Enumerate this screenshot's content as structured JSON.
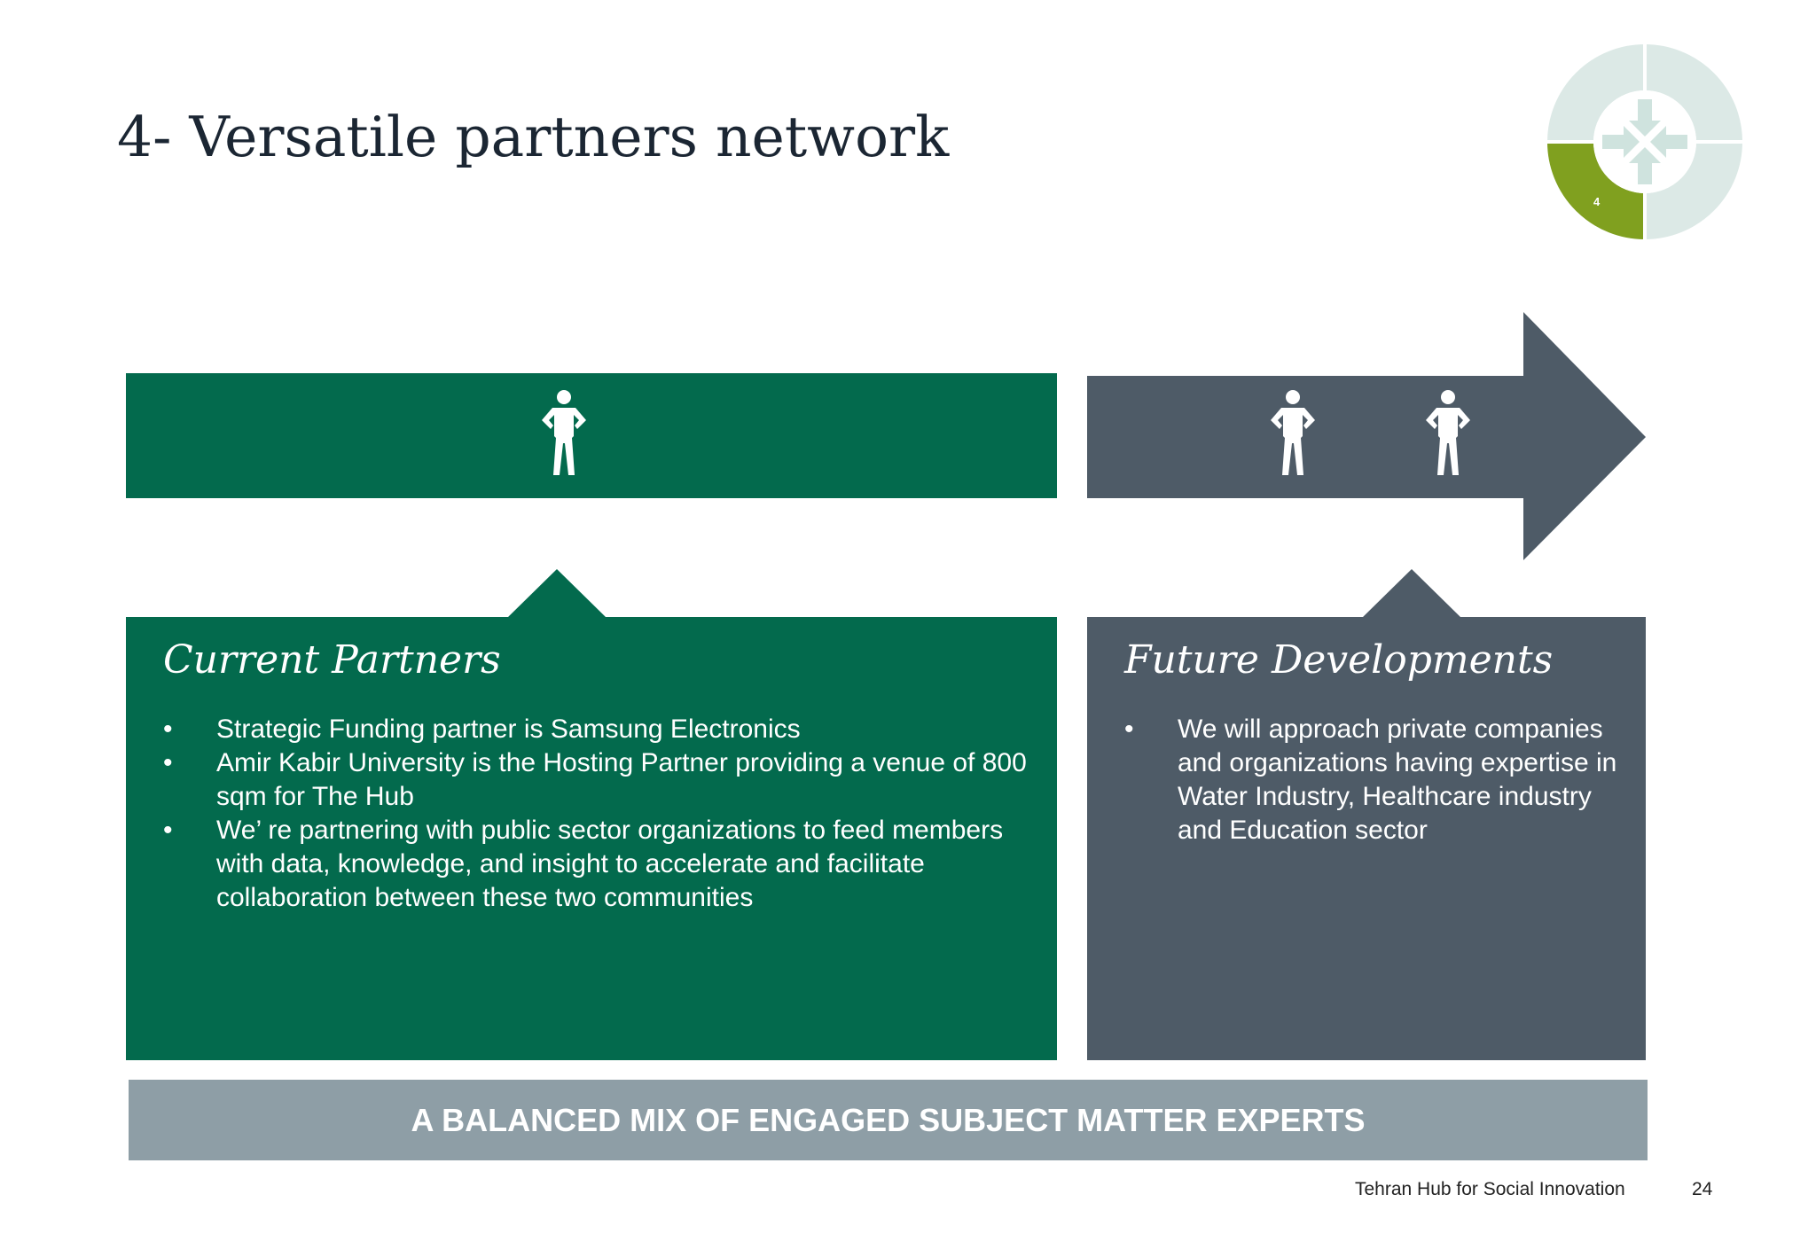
{
  "slide": {
    "title": "4- Versatile partners network",
    "badge_number": "4",
    "colors": {
      "green": "#036a4d",
      "slate": "#4e5b67",
      "banner": "#8e9ea6",
      "badge_active": "#80a01f",
      "badge_light": "#dce9e6"
    }
  },
  "current": {
    "heading": "Current Partners",
    "icon": "person-icon",
    "bullets": [
      "Strategic Funding partner is Samsung Electronics",
      "Amir Kabir University is the Hosting Partner providing a venue of 800 sqm for The Hub",
      "We’ re partnering with public sector organizations to feed members with data, knowledge, and insight to accelerate and facilitate collaboration between these two communities"
    ]
  },
  "future": {
    "heading": "Future Developments",
    "icon": "person-icon",
    "bullets": [
      "We will approach private companies and organizations having expertise in Water Industry, Healthcare industry and Education sector"
    ]
  },
  "banner": {
    "text": "A BALANCED MIX OF ENGAGED SUBJECT MATTER EXPERTS"
  },
  "footer": {
    "organization": "Tehran Hub for Social Innovation",
    "page_number": "24"
  }
}
